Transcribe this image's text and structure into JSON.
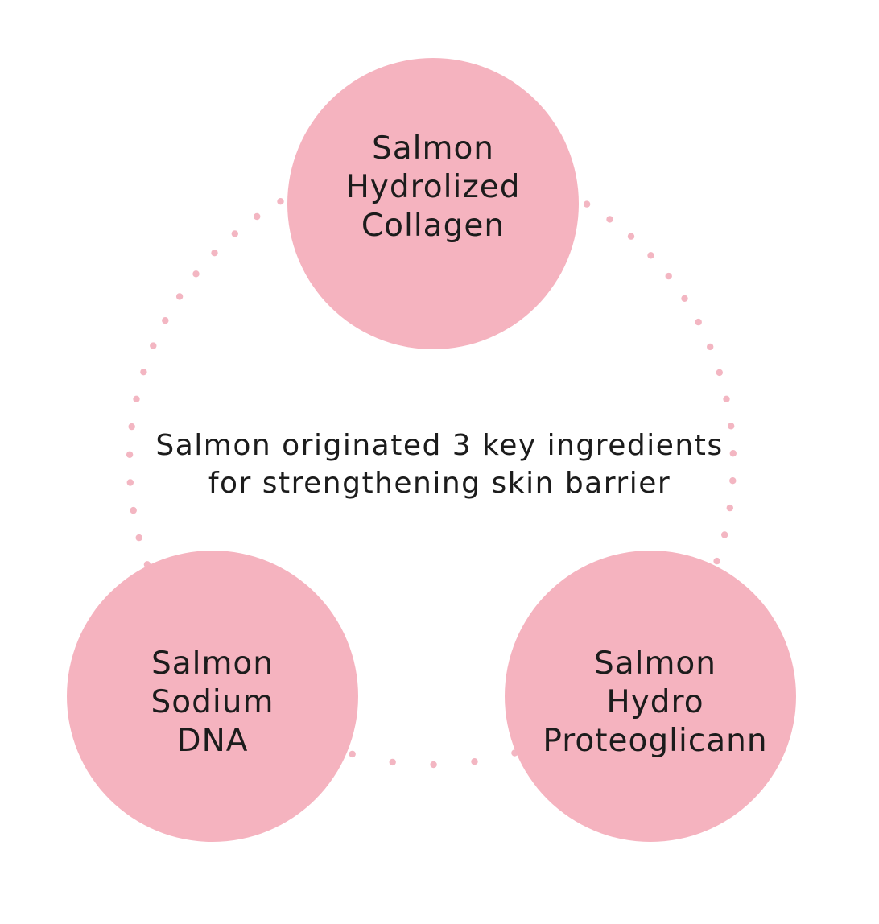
{
  "colors": {
    "circle_fill": "#f5b3bf",
    "dot_color": "#f3b6c2",
    "text_color": "#1c1c1c",
    "background": "#ffffff"
  },
  "circles": {
    "top": {
      "lines": [
        "Salmon",
        "Hydrolized",
        "Collagen"
      ]
    },
    "left": {
      "lines": [
        "Salmon",
        "Sodium",
        "DNA"
      ]
    },
    "right": {
      "lines": [
        "Salmon",
        "Hydro",
        "Proteoglicann"
      ]
    }
  },
  "caption": {
    "line1": "Salmon originated 3 key ingredients",
    "line2": "for strengthening skin barrier"
  }
}
